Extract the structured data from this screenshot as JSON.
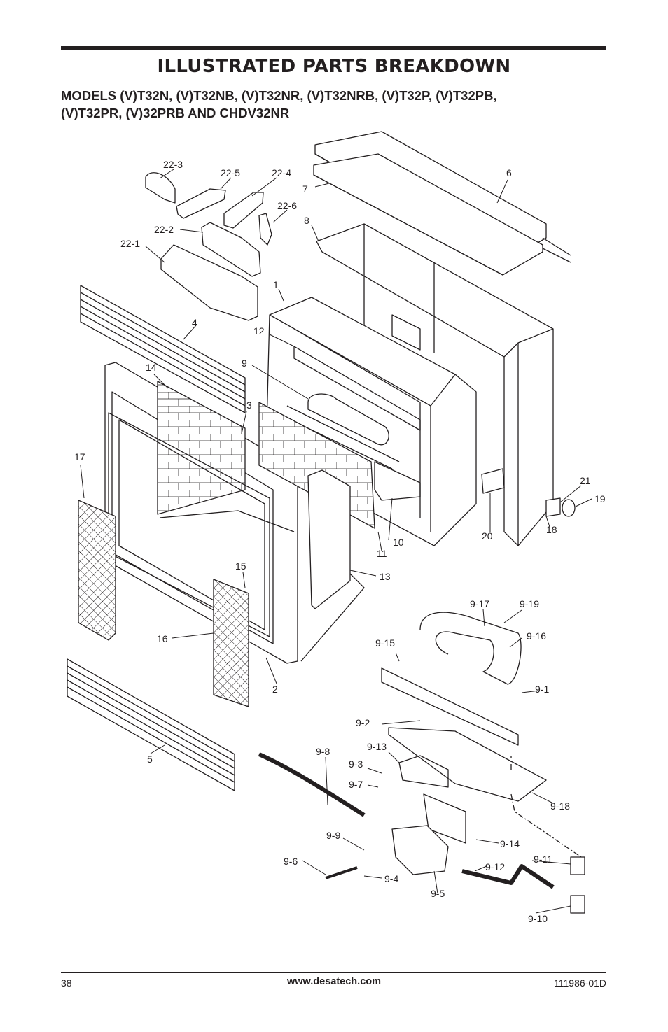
{
  "header": {
    "title": "ILLUSTRATED PARTS BREAKDOWN",
    "models_line1": "MODELS (V)T32N, (V)T32NB, (V)T32NR, (V)T32NRB, (V)T32P, (V)T32PB,",
    "models_line2": "(V)T32PR, (V)32PRB AND CHDV32NR"
  },
  "diagram": {
    "part_labels": [
      "22-3",
      "22-5",
      "22-4",
      "22-6",
      "22-2",
      "22-1",
      "6",
      "7",
      "8",
      "1",
      "4",
      "12",
      "9",
      "14",
      "3",
      "17",
      "21",
      "19",
      "20",
      "18",
      "10",
      "11",
      "13",
      "15",
      "16",
      "2",
      "5",
      "9-17",
      "9-19",
      "9-16",
      "9-15",
      "9-1",
      "9-2",
      "9-13",
      "9-8",
      "9-3",
      "9-7",
      "9-18",
      "9-14",
      "9-9",
      "9-6",
      "9-4",
      "9-5",
      "9-12",
      "9-11",
      "9-10"
    ]
  },
  "footer": {
    "page_number": "38",
    "website": "www.desatech.com",
    "doc_number": "111986-01D"
  }
}
